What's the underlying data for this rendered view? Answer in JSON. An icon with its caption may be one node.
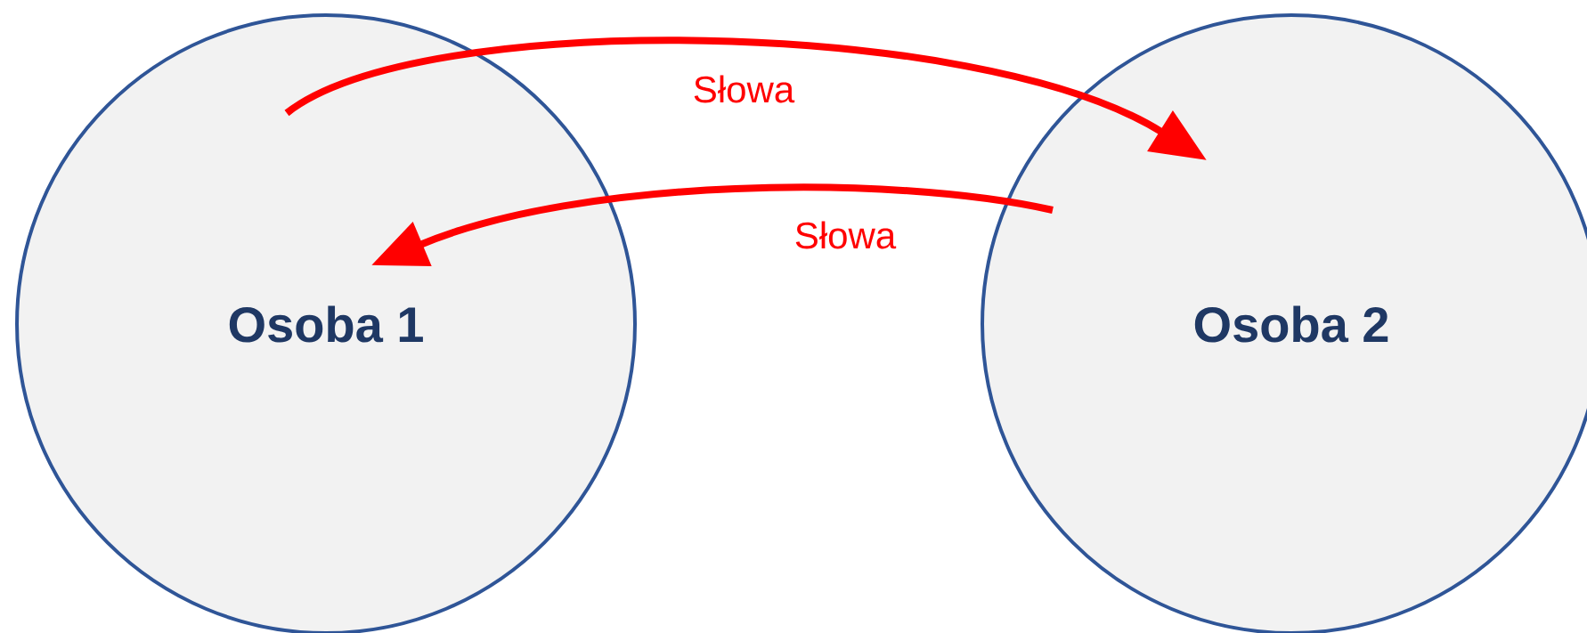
{
  "diagram": {
    "nodes": [
      {
        "text": [
          "Osoba 1"
        ]
      },
      {
        "text": [
          "Osoba 2"
        ]
      }
    ],
    "edges": [
      {
        "from": 0,
        "to": 1,
        "arrow": "to",
        "label": "Słowa"
      },
      {
        "from": 1,
        "to": 0,
        "arrow": "to",
        "label": "Słowa"
      }
    ]
  }
}
